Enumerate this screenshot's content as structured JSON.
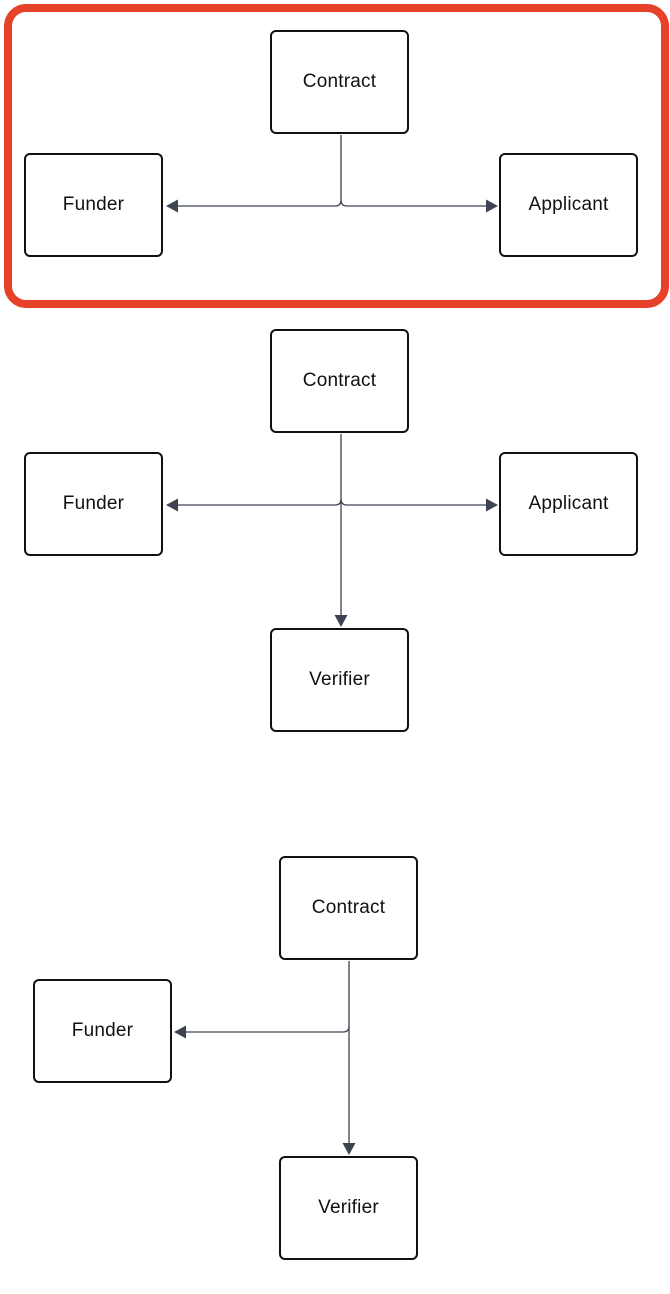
{
  "diagrams": [
    {
      "highlighted": true,
      "nodes": {
        "contract": "Contract",
        "funder": "Funder",
        "applicant": "Applicant"
      }
    },
    {
      "highlighted": false,
      "nodes": {
        "contract": "Contract",
        "funder": "Funder",
        "applicant": "Applicant",
        "verifier": "Verifier"
      }
    },
    {
      "highlighted": false,
      "nodes": {
        "contract": "Contract",
        "funder": "Funder",
        "verifier": "Verifier"
      }
    }
  ],
  "colors": {
    "highlight": "#e8412a",
    "node_border": "#111111",
    "edge": "#3d4350"
  }
}
